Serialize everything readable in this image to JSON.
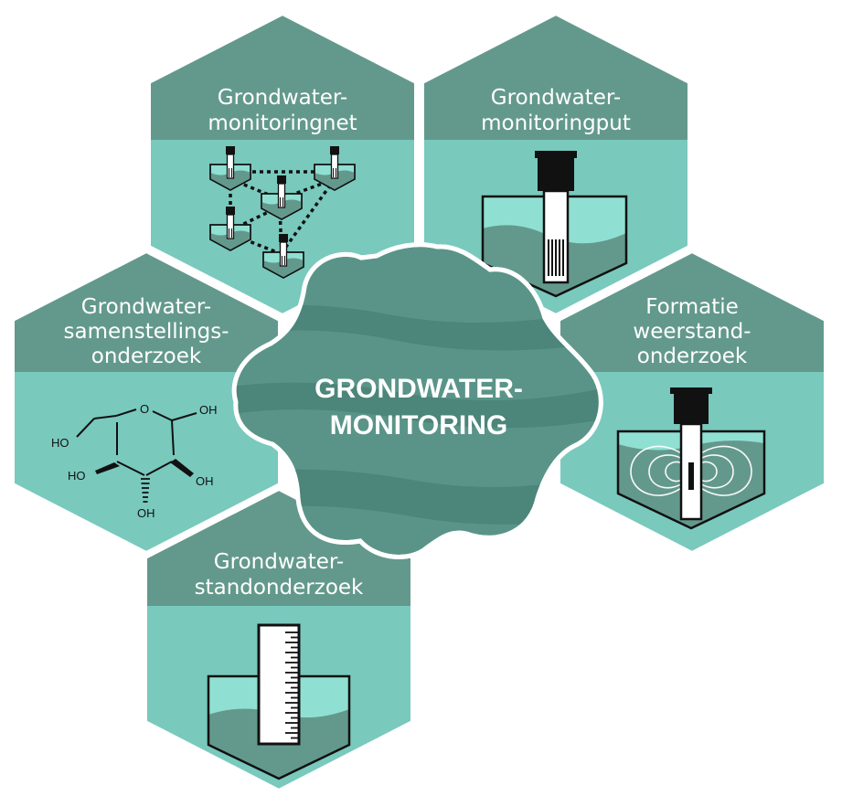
{
  "colors": {
    "header": "#63998c",
    "body": "#79c9bd",
    "cloud": "#5a9488",
    "cloud_band": "#4c8579",
    "water_light": "#8fe0d2",
    "water_dark": "#63998c",
    "outline": "#111111"
  },
  "center": {
    "line1": "GRONDWATER-",
    "line2": "MONITORING"
  },
  "hexes": {
    "net": {
      "line1": "Grondwater-",
      "line2": "monitoringnet",
      "icon": "network-icon"
    },
    "put": {
      "line1": "Grondwater-",
      "line2": "monitoringput",
      "icon": "well-icon"
    },
    "samen": {
      "line1": "Grondwater-",
      "line2": "samenstellings-",
      "line3": "onderzoek",
      "icon": "glucose-molecule-icon"
    },
    "formatie": {
      "line1": "Formatie",
      "line2": "weerstand-",
      "line3": "onderzoek",
      "icon": "resistivity-probe-icon"
    },
    "stand": {
      "line1": "Grondwater-",
      "line2": "standonderzoek",
      "icon": "gauge-ruler-icon"
    }
  },
  "molecule": {
    "oh_top": "OH",
    "ho_left": "HO",
    "ho_mid": "HO",
    "oh_right": "OH",
    "oh_bottom": "OH",
    "ring_o": "O"
  }
}
